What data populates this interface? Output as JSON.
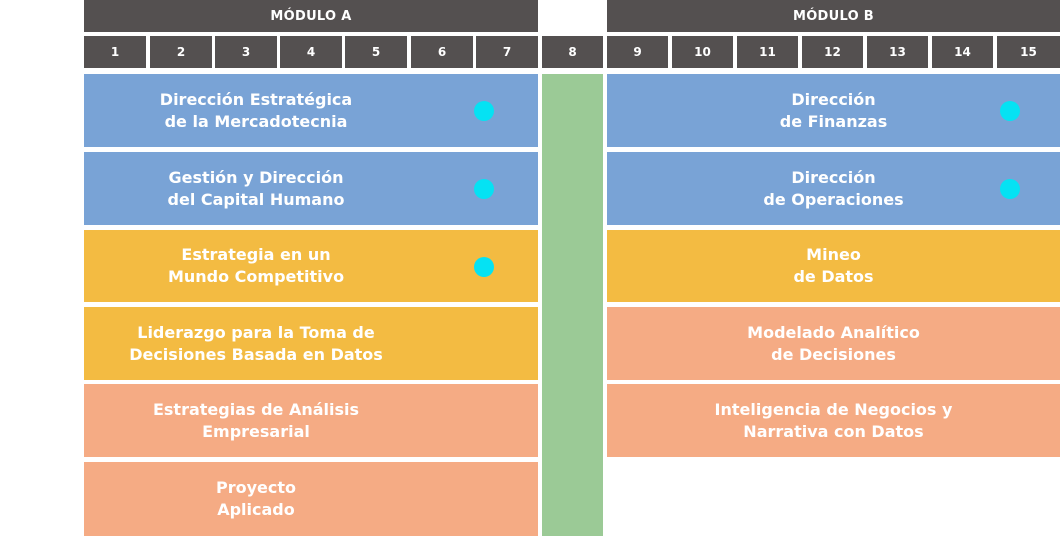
{
  "colors": {
    "header": "#545050",
    "blue": "#79a3d6",
    "yellow": "#f3bb42",
    "salmon": "#f5ab84",
    "green": "#9bca96",
    "dot": "#05e2f3"
  },
  "modules": {
    "a": "MÓDULO A",
    "b": "MÓDULO B"
  },
  "weeks": [
    "1",
    "2",
    "3",
    "4",
    "5",
    "6",
    "7",
    "8",
    "9",
    "10",
    "11",
    "12",
    "13",
    "14",
    "15"
  ],
  "module_a_courses": [
    {
      "title": "Dirección Estratégica\nde la Mercadotecnia",
      "color": "blue",
      "dot": true
    },
    {
      "title": "Gestión y Dirección\ndel Capital Humano",
      "color": "blue",
      "dot": true
    },
    {
      "title": "Estrategia en un\nMundo Competitivo",
      "color": "yellow",
      "dot": true
    },
    {
      "title": "Liderazgo para la Toma de\nDecisiones Basada en Datos",
      "color": "yellow",
      "dot": false
    },
    {
      "title": "Estrategias de Análisis\nEmpresarial",
      "color": "salmon",
      "dot": false
    },
    {
      "title": "Proyecto\nAplicado",
      "color": "salmon",
      "dot": false
    }
  ],
  "module_b_courses": [
    {
      "title": "Dirección\nde Finanzas",
      "color": "blue",
      "dot": true
    },
    {
      "title": "Dirección\nde Operaciones",
      "color": "blue",
      "dot": true
    },
    {
      "title": "Mineo\nde Datos",
      "color": "yellow",
      "dot": false
    },
    {
      "title": "Modelado Analítico\nde Decisiones",
      "color": "salmon",
      "dot": false
    },
    {
      "title": "Inteligencia de Negocios y\nNarrativa con Datos",
      "color": "salmon",
      "dot": false
    }
  ]
}
